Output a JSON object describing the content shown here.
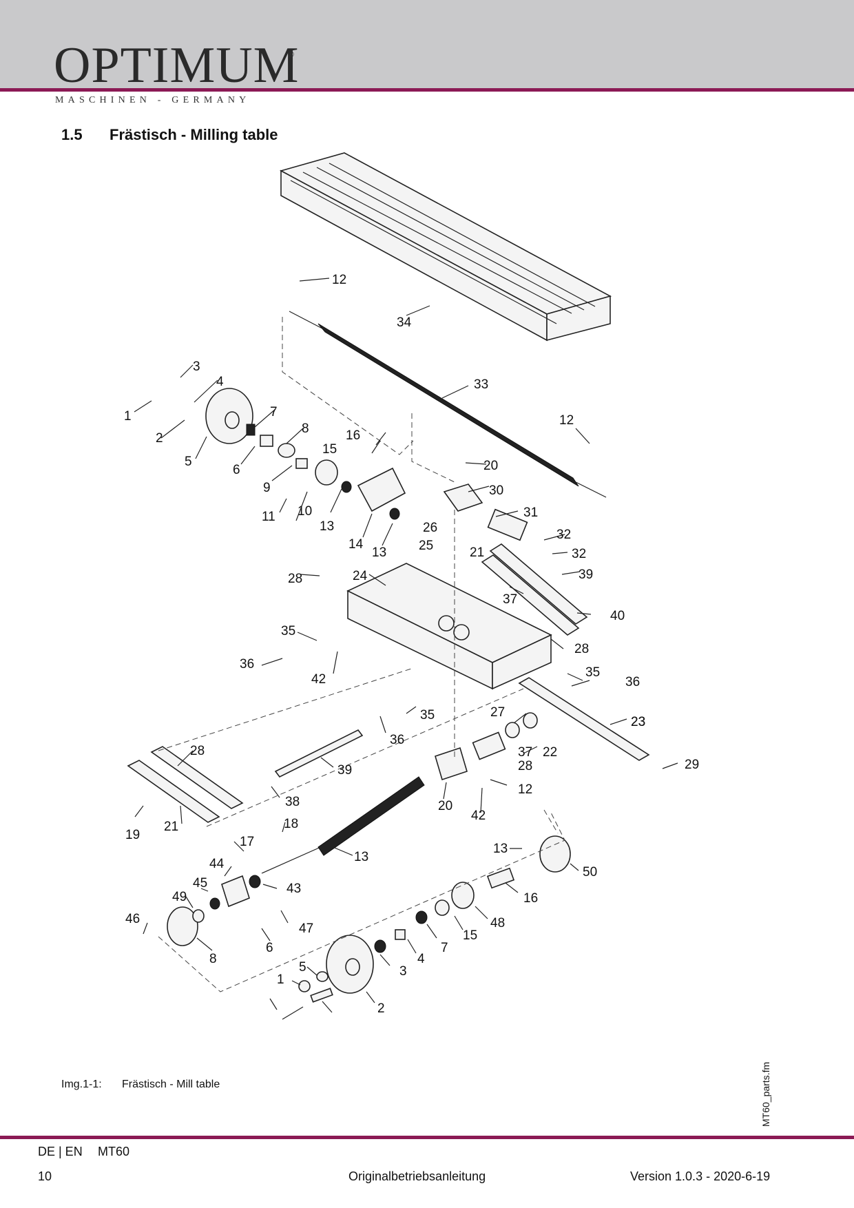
{
  "header": {
    "brand": "OPTIMUM",
    "registered": "®",
    "tagline": "MASCHINEN - GERMANY"
  },
  "section": {
    "number": "1.5",
    "title": "Frästisch - Milling table"
  },
  "diagram": {
    "callouts": [
      "12",
      "34",
      "33",
      "3",
      "4",
      "1",
      "2",
      "5",
      "7",
      "8",
      "6",
      "16",
      "15",
      "9",
      "10",
      "11",
      "13",
      "14",
      "12",
      "20",
      "30",
      "31",
      "26",
      "25",
      "21",
      "32",
      "32",
      "39",
      "13",
      "28",
      "24",
      "37",
      "40",
      "28",
      "35",
      "36",
      "42",
      "35",
      "36",
      "35",
      "36",
      "23",
      "27",
      "23",
      "22",
      "28",
      "37",
      "29",
      "28",
      "39",
      "38",
      "19",
      "21",
      "20",
      "12",
      "42",
      "18",
      "17",
      "13",
      "44",
      "43",
      "13",
      "50",
      "45",
      "49",
      "16",
      "46",
      "47",
      "48",
      "15",
      "8",
      "6",
      "7",
      "4",
      "3",
      "5",
      "1",
      "2"
    ]
  },
  "caption": {
    "label": "Img.1-1:",
    "text": "Frästisch - Mill table"
  },
  "side_note": "MT60_parts.fm",
  "footer": {
    "lang": "DE | EN",
    "model": "MT60",
    "page": "10",
    "center": "Originalbetriebsanleitung",
    "version": "Version 1.0.3 - 2020-6-19"
  }
}
